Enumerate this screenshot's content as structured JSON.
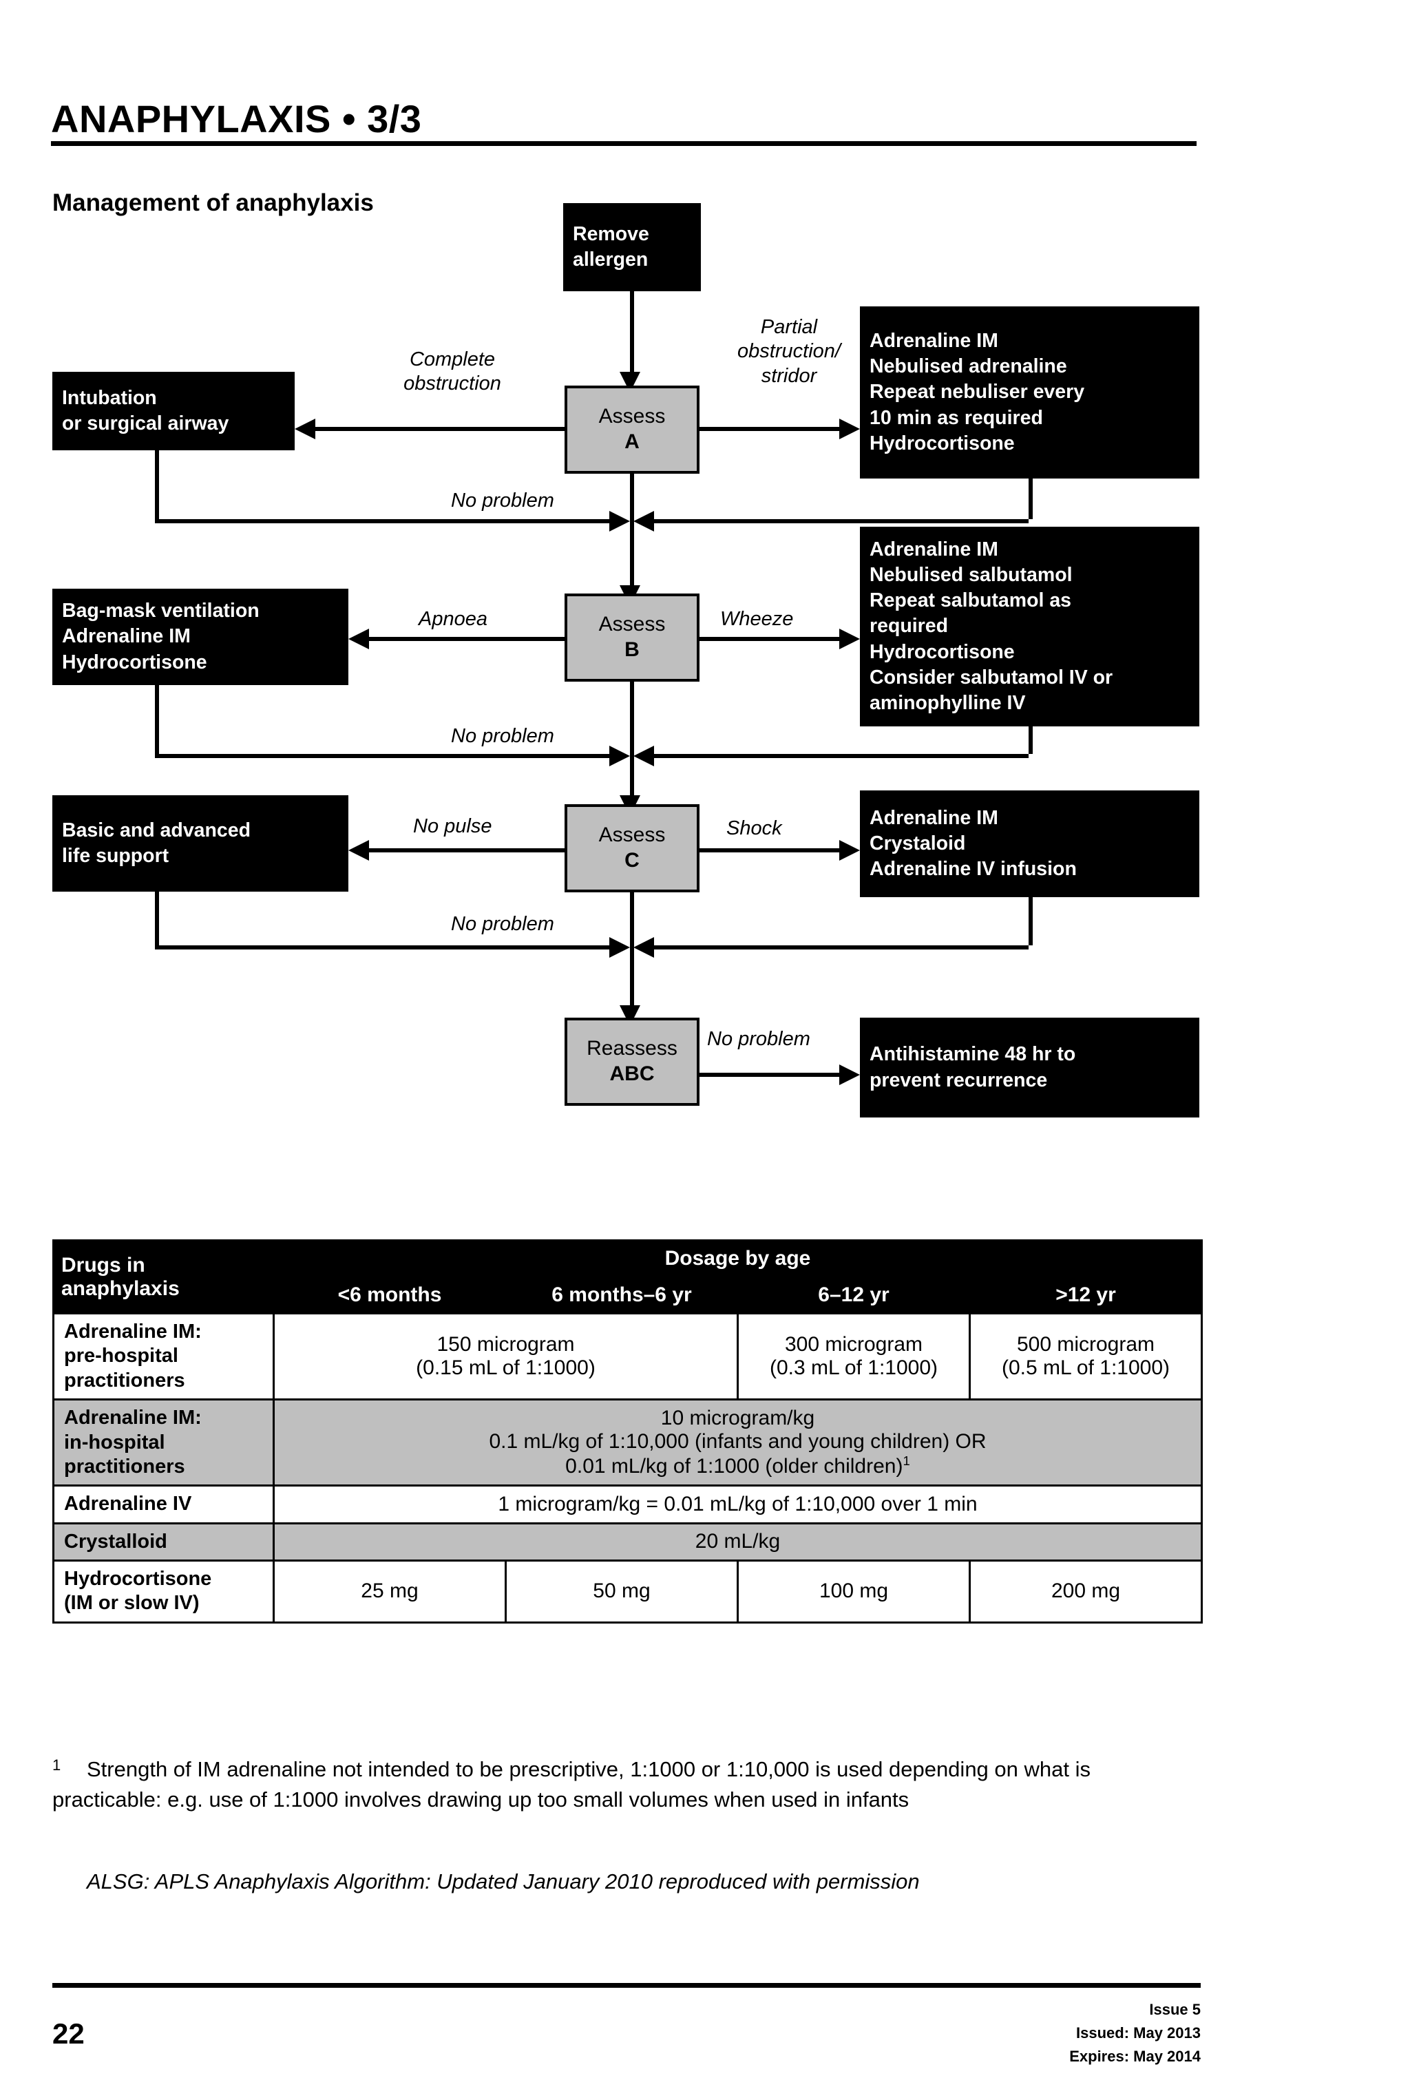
{
  "header": {
    "title": "ANAPHYLAXIS • 3/3",
    "section_title": "Management of anaphylaxis"
  },
  "flowchart": {
    "nodes": {
      "remove_allergen": "Remove\nallergen",
      "assess_a_line1": "Assess",
      "assess_a_line2": "A",
      "assess_b_line1": "Assess",
      "assess_b_line2": "B",
      "assess_c_line1": "Assess",
      "assess_c_line2": "C",
      "reassess_line1": "Reassess",
      "reassess_line2": "ABC",
      "intubation": "Intubation\nor surgical airway",
      "airway_treatment": "Adrenaline IM\nNebulised adrenaline\nRepeat nebuliser every\n10 min as required\nHydrocortisone",
      "bag_mask": "Bag-mask ventilation\nAdrenaline IM\nHydrocortisone",
      "breathing_treatment": "Adrenaline IM\nNebulised salbutamol\nRepeat salbutamol as\nrequired\nHydrocortisone\nConsider salbutamol IV or\naminophylline IV",
      "life_support": "Basic and advanced\nlife support",
      "circulation_treatment": "Adrenaline IM\nCrystaloid\nAdrenaline IV infusion",
      "antihistamine": "Antihistamine 48 hr to\nprevent recurrence"
    },
    "edge_labels": {
      "complete_obstruction": "Complete\nobstruction",
      "partial_obstruction": "Partial\nobstruction/\nstridor",
      "no_problem_a": "No problem",
      "apnoea": "Apnoea",
      "wheeze": "Wheeze",
      "no_problem_b": "No problem",
      "no_pulse": "No pulse",
      "shock": "Shock",
      "no_problem_c": "No problem",
      "no_problem_final": "No problem"
    }
  },
  "table": {
    "corner_header": "Drugs in\nanaphylaxis",
    "group_header": "Dosage by age",
    "age_columns": [
      "<6 months",
      "6 months–6 yr",
      "6–12 yr",
      ">12 yr"
    ],
    "rows": [
      {
        "label": "Adrenaline IM:\npre-hospital\npractitioners",
        "cells": [
          "150 microgram\n(0.15 mL of 1:1000)",
          "300 microgram\n(0.3 mL of 1:1000)",
          "500 microgram\n(0.5 mL of 1:1000)"
        ],
        "shaded": false
      },
      {
        "label": "Adrenaline IM:\nin-hospital\npractitioners",
        "cells": [
          "10 microgram/kg\n0.1 mL/kg of 1:10,000 (infants and young children) OR\n0.01 mL/kg of 1:1000 (older children)"
        ],
        "shaded": true
      },
      {
        "label": "Adrenaline IV",
        "cells": [
          "1 microgram/kg = 0.01 mL/kg of 1:10,000 over 1 min"
        ],
        "shaded": false
      },
      {
        "label": "Crystalloid",
        "cells": [
          "20 mL/kg"
        ],
        "shaded": true
      },
      {
        "label": "Hydrocortisone\n(IM or slow IV)",
        "cells": [
          "25 mg",
          "50 mg",
          "100 mg",
          "200 mg"
        ],
        "shaded": false
      }
    ]
  },
  "footnote": {
    "marker": "1",
    "text": "Strength of IM adrenaline not intended to be prescriptive, 1:1000 or 1:10,000 is used depending on what is practicable: e.g. use of 1:1000 involves drawing up too small volumes when used in infants"
  },
  "attribution": "ALSG: APLS Anaphylaxis Algorithm: Updated January 2010 reproduced with permission",
  "footer": {
    "page_number": "22",
    "issue": "Issue 5",
    "issued": "Issued: May 2013",
    "expires": "Expires: May 2014"
  }
}
